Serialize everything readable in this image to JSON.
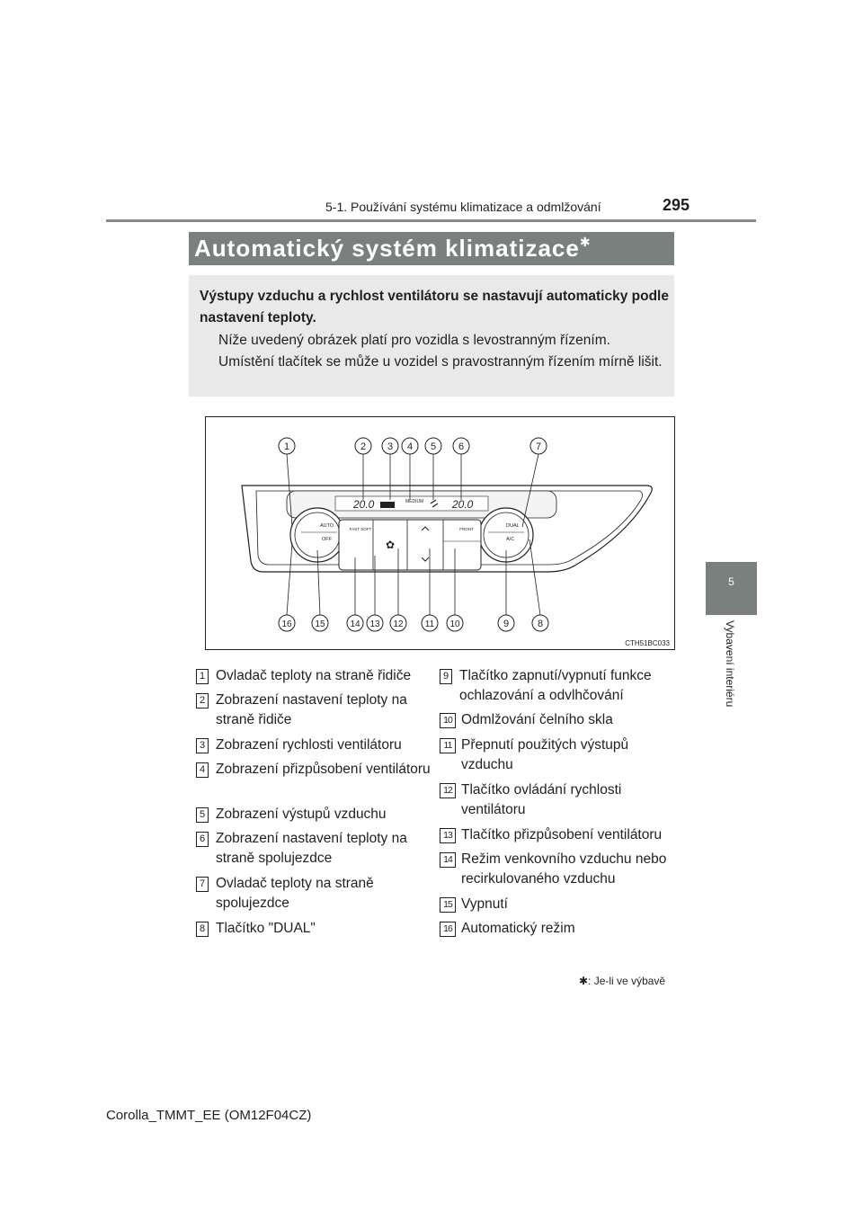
{
  "header": {
    "section": "5-1. Používání systému klimatizace a odmlžování",
    "page_number": "295"
  },
  "side_tab": {
    "number": "5",
    "label": "Vybavení interiéru"
  },
  "title": {
    "text": "Automatický systém klimatizace",
    "marker": "✱"
  },
  "intro": {
    "bold": "Výstupy vzduchu a rychlost ventilátoru se nastavují automaticky podle nastavení teploty.",
    "normal": "Níže uvedený obrázek platí pro vozidla s levostranným řízením. Umístění tlačítek se může u vozidel s pravostranným řízením mírně lišit."
  },
  "figure": {
    "code": "CTH51BC033",
    "panel": {
      "left_temp": "20.0",
      "right_temp": "20.0",
      "fan_mode": "MEDIUM",
      "btn_auto": "AUTO",
      "btn_off": "OFF",
      "btn_fast_soft": "FAST SOFT",
      "btn_front": "FRONT",
      "btn_dual": "DUAL",
      "btn_ac": "A/C"
    },
    "callouts_top": [
      "1",
      "2",
      "3",
      "4",
      "5",
      "6",
      "7"
    ],
    "callouts_bottom": [
      "16",
      "15",
      "14",
      "13",
      "12",
      "11",
      "10",
      "9",
      "8"
    ]
  },
  "legend": [
    {
      "n": "1",
      "text": "Ovladač teploty na straně řidiče"
    },
    {
      "n": "2",
      "text": "Zobrazení nastavení teploty na straně řidiče"
    },
    {
      "n": "3",
      "text": "Zobrazení rychlosti ventilátoru"
    },
    {
      "n": "4",
      "text": "Zobrazení přizpůsobení ventilátoru"
    },
    {
      "n": "5",
      "text": "Zobrazení výstupů vzduchu"
    },
    {
      "n": "6",
      "text": "Zobrazení nastavení teploty na straně spolujezdce"
    },
    {
      "n": "7",
      "text": "Ovladač teploty na straně spolujezdce"
    },
    {
      "n": "8",
      "text": "Tlačítko \"DUAL\""
    },
    {
      "n": "9",
      "text": "Tlačítko zapnutí/vypnutí funkce ochlazování a odvlhčování"
    },
    {
      "n": "10",
      "text": "Odmlžování čelního skla"
    },
    {
      "n": "11",
      "text": "Přepnutí použitých výstupů vzduchu"
    },
    {
      "n": "12",
      "text": "Tlačítko ovládání rychlosti ventilátoru"
    },
    {
      "n": "13",
      "text": "Tlačítko přizpůsobení ventilátoru"
    },
    {
      "n": "14",
      "text": "Režim venkovního vzduchu nebo recirkulovaného vzduchu"
    },
    {
      "n": "15",
      "text": "Vypnutí"
    },
    {
      "n": "16",
      "text": "Automatický režim"
    }
  ],
  "legend_lines": {
    "2": [
      "Zobrazení nastavení teploty na",
      "straně řidiče"
    ],
    "4": [
      "Zobrazení přizpůsobení ventilá-",
      "toru"
    ],
    "6": [
      "Zobrazení nastavení teploty na",
      "straně spolujezdce"
    ],
    "7": [
      "Ovladač teploty na straně spo-",
      "lujezdce"
    ],
    "9": [
      "Tlačítko zapnutí/vypnutí funkce",
      "ochlazování a odvlhčování"
    ],
    "11": [
      "Přepnutí použitých výstupů",
      "vzduchu"
    ],
    "12": [
      "Tlačítko ovládání rychlosti",
      "ventilátoru"
    ],
    "14": [
      "Režim venkovního vzduchu",
      "nebo recirkulovaného vzduchu"
    ]
  },
  "footnote": "✱: Je-li ve výbavě",
  "footer": "Corolla_TMMT_EE (OM12F04CZ)"
}
